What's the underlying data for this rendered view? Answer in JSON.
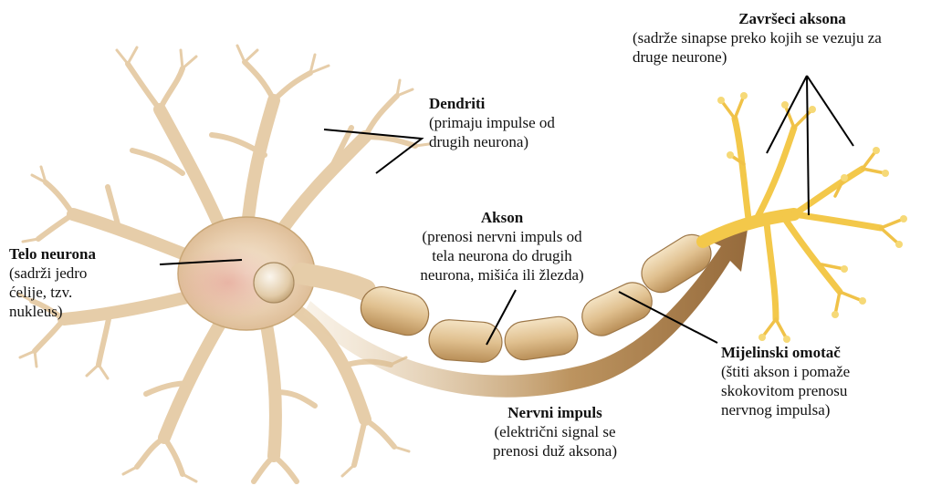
{
  "labels": {
    "dendrites": {
      "title": "Dendriti",
      "desc": "(primaju impulse od\ndrugih neurona)"
    },
    "axon": {
      "title": "Akson",
      "desc": "(prenosi nervni impuls od\ntela neurona do drugih\nneurona, mišića ili žlezda)"
    },
    "axon_terminals": {
      "title": "Završeci aksona",
      "desc": "(sadrže sinapse preko kojih se vezuju za\ndruge neurone)"
    },
    "cell_body": {
      "title": "Telo neurona",
      "desc": "(sadrži jedro\nćelije, tzv.\nnukleus)"
    },
    "myelin": {
      "title": "Mijelinski omotač",
      "desc": "(štiti akson i pomaže\nskokovitom prenosu\nnervnog impulsa)"
    },
    "impulse": {
      "title": "Nervni impuls",
      "desc": "(električni signal se\nprenosi duž aksona)"
    }
  },
  "colors": {
    "cell_body": "#e8d3b0",
    "cell_outline": "#c9a777",
    "nucleus_tint": "#d99a8a",
    "terminals": "#f3c84a",
    "myelin": "#e2c79a",
    "impulse_arrow": "#a9793f",
    "leader_line": "#000000"
  }
}
